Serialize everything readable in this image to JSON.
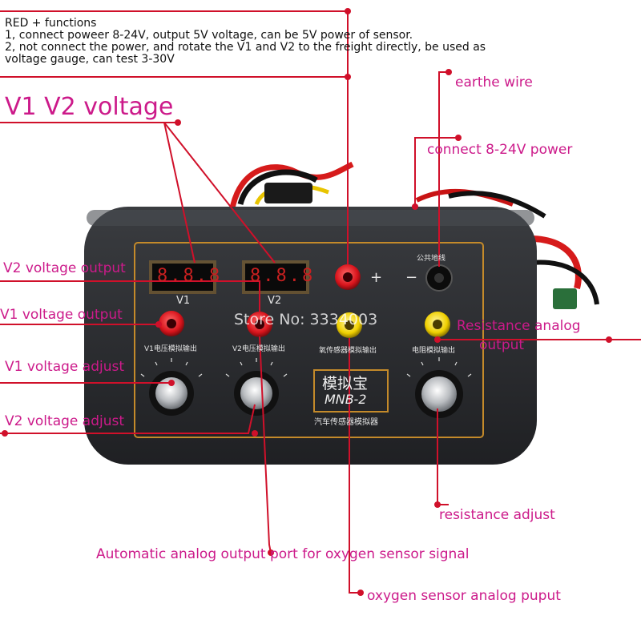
{
  "notes": {
    "title": "RED + functions",
    "line1": "1,  connect poweer 8-24V, output 5V voltage, can be 5V power of sensor.",
    "line2": "2, not connect the power, and rotate the V1 and V2 to the freight directly, be used as",
    "line3": "voltage gauge, can test 3-30V"
  },
  "labels": {
    "v1v2_voltage": "V1 V2 voltage",
    "earth_wire": "earthe wire",
    "connect_power": "connect 8-24V power",
    "v2_output": "V2 voltage output",
    "v1_output": "V1 voltage output",
    "v1_adjust": "V1 voltage adjust",
    "v2_adjust": "V2 voltage adjust",
    "resistance_output_line1": "Resistance analog",
    "resistance_output_line2": "output",
    "resistance_adjust": "resistance adjust",
    "automatic_output": "Automatic analog output port for oxygen sensor signal",
    "oxygen_output": "oxygen sensor analog puput"
  },
  "device": {
    "display_v1": "V1",
    "display_v2": "V2",
    "plus": "+",
    "minus": "−",
    "common_ground": "公共地线",
    "v1_port": "V1电压模拟输出",
    "v2_port": "V2电压模拟输出",
    "oxygen_port": "氧传感器模拟输出",
    "resistance_port": "电阻模拟输出",
    "brand": "模拟宝",
    "model": "MNB-2",
    "subtitle": "汽车传感器模拟器",
    "digits": "8.8.8"
  },
  "watermark": "Store No: 3334003",
  "colors": {
    "annotation": "#cc1a8a",
    "leader_line": "#d0102a",
    "body": "#2b2d30",
    "panel_border": "#c48a2a",
    "red_jack": "#d8141c",
    "yellow_jack": "#f0d000"
  }
}
